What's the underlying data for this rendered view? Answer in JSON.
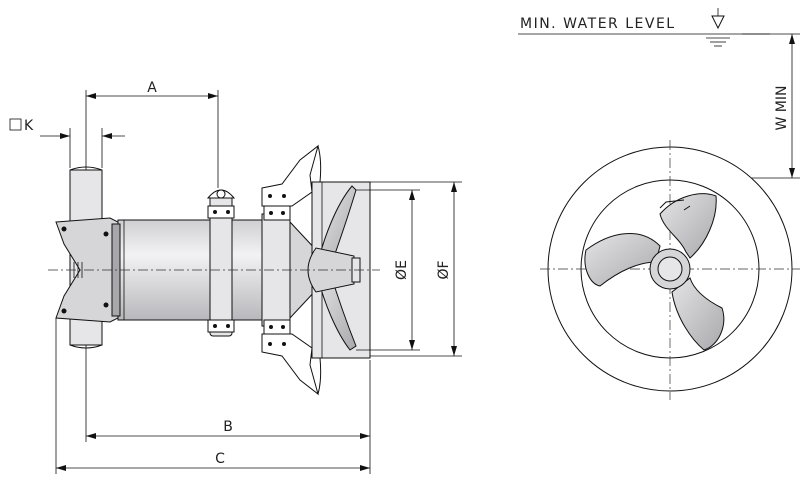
{
  "labels": {
    "water_level": "MIN. WATER LEVEL",
    "w_min": "W MIN",
    "a": "A",
    "b": "B",
    "c": "C",
    "k": "K",
    "e": "ØE",
    "f": "ØF"
  }
}
